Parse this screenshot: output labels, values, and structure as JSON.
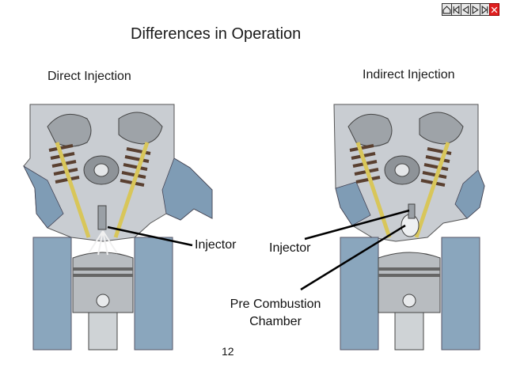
{
  "slide": {
    "title": "Differences in Operation",
    "left_heading": "Direct Injection",
    "right_heading": "Indirect Injection",
    "labels": {
      "injector_left": "Injector",
      "injector_right": "Injector",
      "pre_combustion_line1": "Pre Combustion",
      "pre_combustion_line2": "Chamber"
    },
    "page_number": "12"
  },
  "nav": {
    "buttons": [
      "home-icon",
      "first-icon",
      "prev-icon",
      "next-icon",
      "last-icon",
      "close-icon"
    ]
  },
  "colors": {
    "cylinder_blue": "#8aa6bd",
    "head_grey": "#c9cdd2",
    "close_red": "#e02020"
  }
}
